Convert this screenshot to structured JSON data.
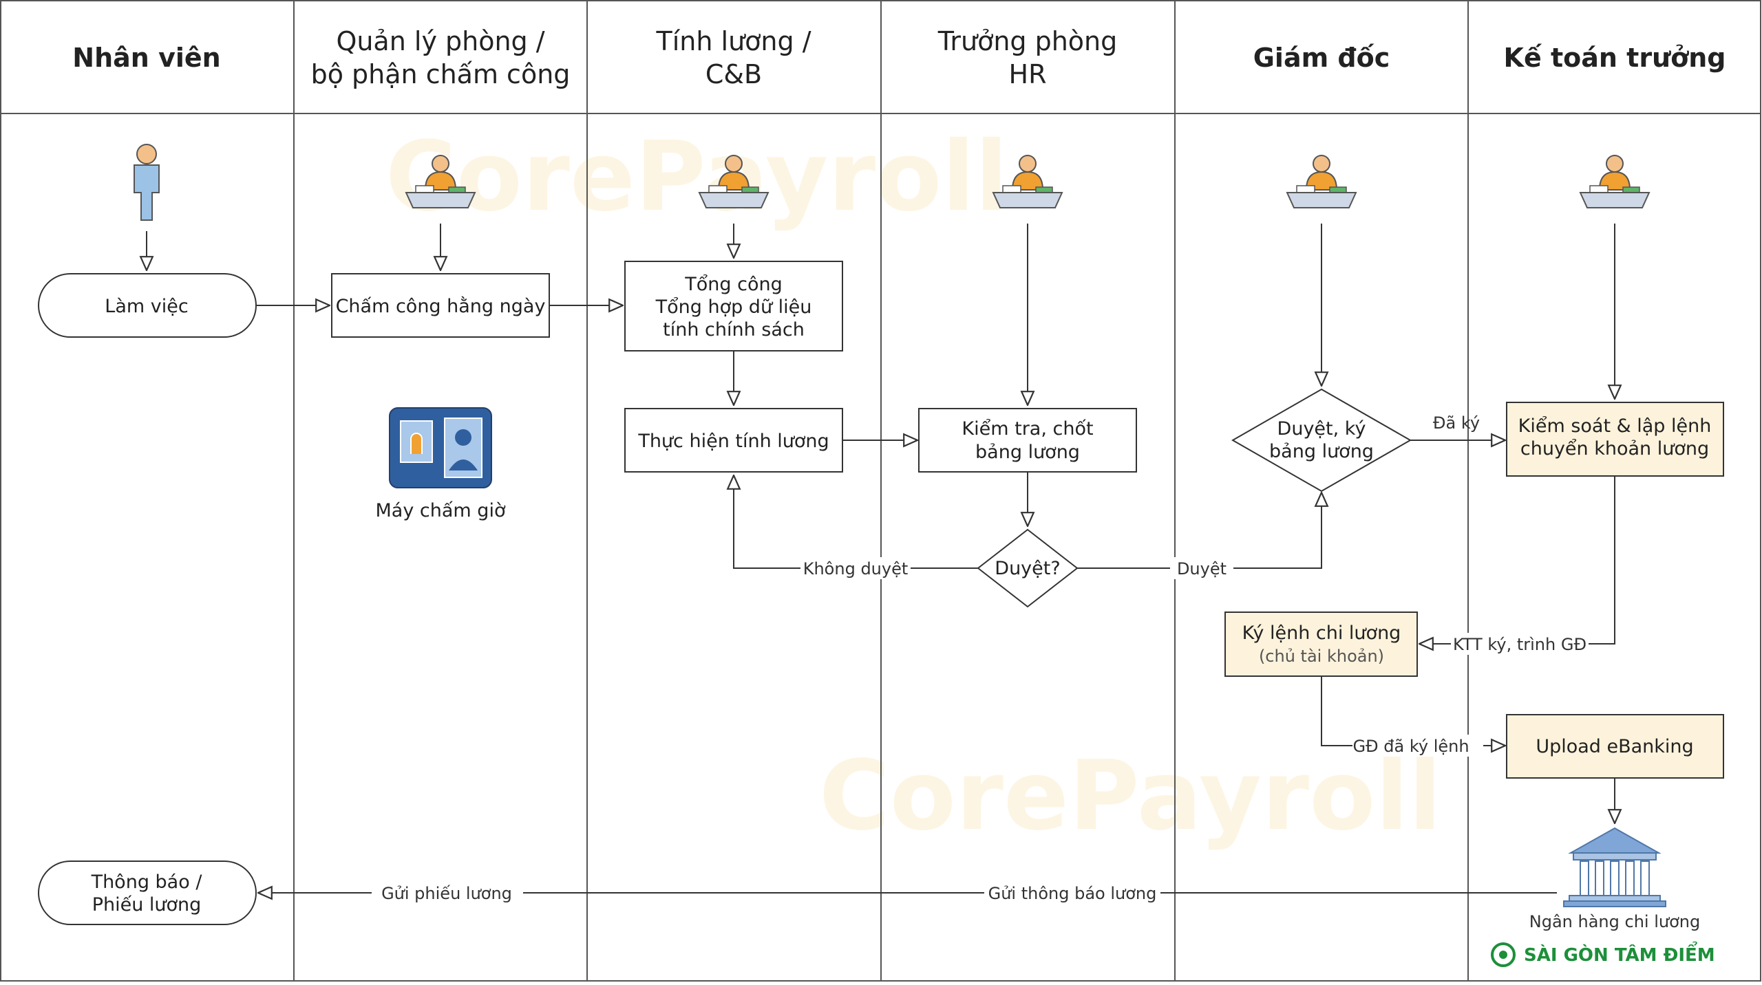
{
  "lanes": [
    {
      "id": "employee",
      "title": [
        "Nhân viên"
      ],
      "bold": true
    },
    {
      "id": "attendance",
      "title": [
        "Quản lý phòng /",
        "bộ phận chấm công"
      ],
      "bold": false
    },
    {
      "id": "payroll",
      "title": [
        "Tính lương /",
        "C&B"
      ],
      "bold": false
    },
    {
      "id": "hr",
      "title": [
        "Trưởng phòng",
        "HR"
      ],
      "bold": false
    },
    {
      "id": "director",
      "title": [
        "Giám đốc"
      ],
      "bold": true
    },
    {
      "id": "chief_accountant",
      "title": [
        "Kế toán trưởng"
      ],
      "bold": true
    }
  ],
  "watermark": "CorePayroll",
  "nodes": {
    "work": [
      "Làm việc"
    ],
    "daily_timekeeping": [
      "Chấm công hằng ngày"
    ],
    "timekeeping_machine": [
      "Máy chấm giờ"
    ],
    "aggregate": [
      "Tổng công",
      "Tổng hợp dữ liệu",
      "tính chính sách"
    ],
    "calculate": [
      "Thực hiện tính lương"
    ],
    "review": [
      "Kiểm tra, chốt",
      "bảng lương"
    ],
    "approve_q": [
      "Duyệt?"
    ],
    "director_sign": [
      "Duyệt, ký",
      "bảng lương"
    ],
    "control_transfer": [
      "Kiểm soát & lập lệnh",
      "chuyển khoản lương"
    ],
    "sign_order": [
      "Ký lệnh chi lương"
    ],
    "sign_order_sub": [
      "(chủ tài khoản)"
    ],
    "upload": [
      "Upload eBanking"
    ],
    "bank": [
      "Ngân hàng chi lương"
    ],
    "notify": [
      "Thông báo /",
      "Phiếu lương"
    ]
  },
  "edge_labels": {
    "rejected": "Không duyệt",
    "approved": "Duyệt",
    "signed": "Đã ký",
    "ktt_signed": "KTT ký, trình GĐ",
    "gd_signed": "GĐ đã ký lệnh",
    "send_notice": "Gửi thông báo lương",
    "send_slip": "Gửi phiếu lương"
  },
  "brand": "SÀI GÒN TÂM ĐIỂM",
  "colors": {
    "line": "#333333",
    "highlight_fill": "#fdf3dc",
    "person_orange": "#f0a132",
    "person_blue": "#9cc3e6",
    "desk": "#cfd8e6",
    "machine": "#2f5f9e",
    "bank": "#7fa6d6",
    "brand": "#1d8f3a"
  }
}
